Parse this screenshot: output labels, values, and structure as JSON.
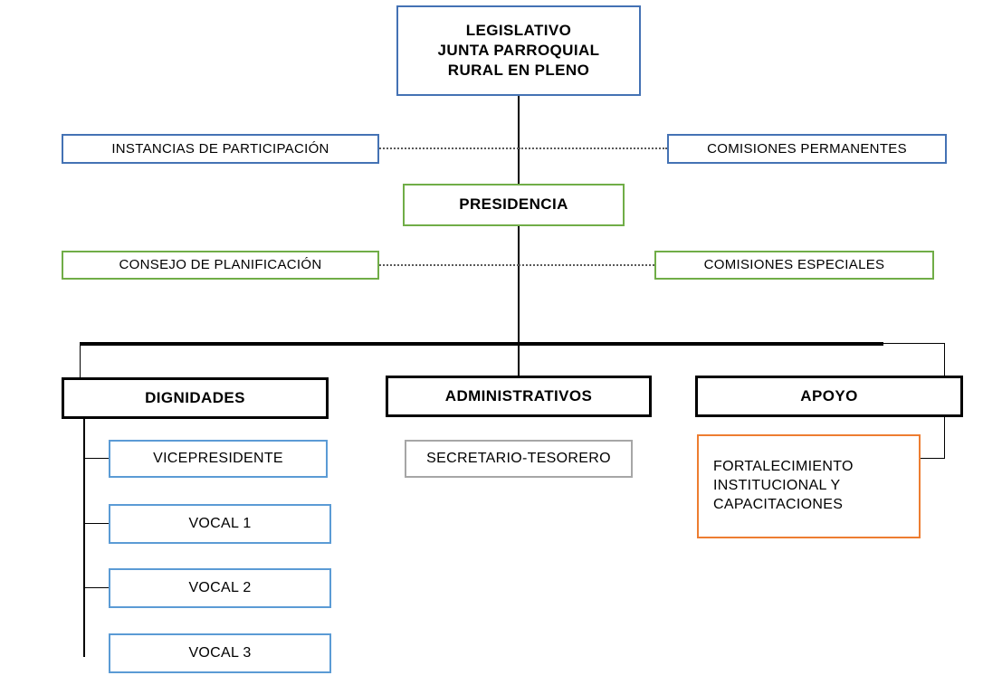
{
  "diagram": {
    "title": "Organigrama Junta Parroquial Rural",
    "colors": {
      "blue": "#4472B4",
      "blue_light": "#5B9BD5",
      "green": "#70AD47",
      "black": "#000000",
      "gray": "#A6A6A6",
      "orange": "#ED7D31"
    }
  },
  "nodes": {
    "legislativo": "LEGISLATIVO\nJUNTA PARROQUIAL\nRURAL EN PLENO",
    "instancias_participacion": "INSTANCIAS  DE PARTICIPACIÓN",
    "comisiones_permanentes": "COMISIONES  PERMANENTES",
    "presidencia": "PRESIDENCIA",
    "consejo_planificacion": "CONSEJO DE PLANIFICACIÓN",
    "comisiones_especiales": "COMISIONES  ESPECIALES",
    "dignidades": "DIGNIDADES",
    "administrativos": "ADMINISTRATIVOS",
    "apoyo": "APOYO",
    "vicepresidente": "VICEPRESIDENTE",
    "vocal_1": "VOCAL 1",
    "vocal_2": "VOCAL 2",
    "vocal_3": "VOCAL 3",
    "secretario_tesorero": "SECRETARIO-TESORERO",
    "fortalecimiento": "FORTALECIMIENTO\nINSTITUCIONAL   Y\nCAPACITACIONES"
  }
}
